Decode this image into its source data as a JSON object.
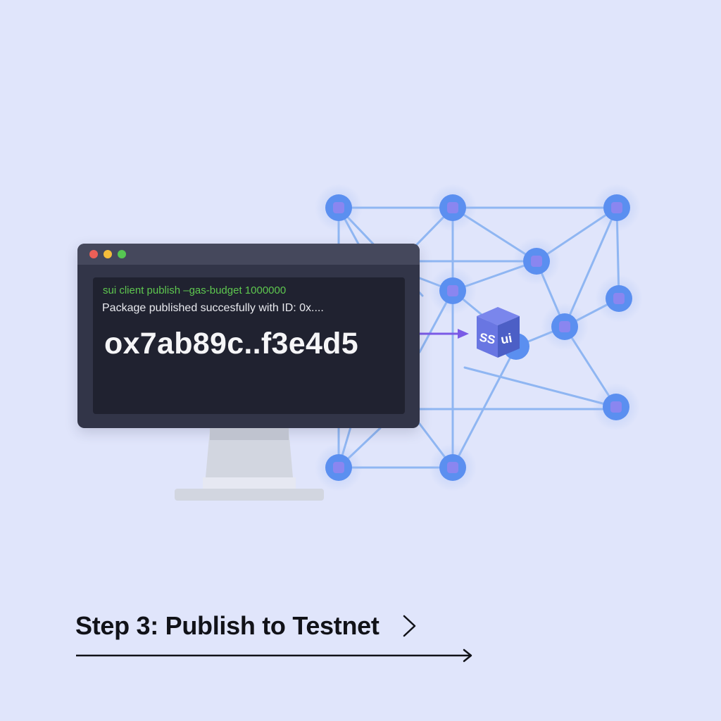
{
  "terminal": {
    "window_controls": [
      {
        "name": "close",
        "color": "#ec5f57"
      },
      {
        "name": "minimize",
        "color": "#f4bd3b"
      },
      {
        "name": "maximize",
        "color": "#56c752"
      }
    ],
    "command": "sui client publish –gas-budget 1000000",
    "output": "Package published succesfully with ID: 0x....",
    "package_id": "ox7ab89c..f3e4d5"
  },
  "network": {
    "logo_text_left": "SS",
    "logo_text_right": "ui",
    "node_color": "#5b8ff0",
    "node_inner_color": "#8a86f0",
    "edge_color": "#8fb6f2",
    "arrow_color": "#7a5ae6"
  },
  "step": {
    "title": "Step 3: Publish to Testnet"
  },
  "colors": {
    "background": "#e0e5fb",
    "terminal_frame": "#323548",
    "terminal_screen": "#202230",
    "command_text": "#5ec74f"
  }
}
